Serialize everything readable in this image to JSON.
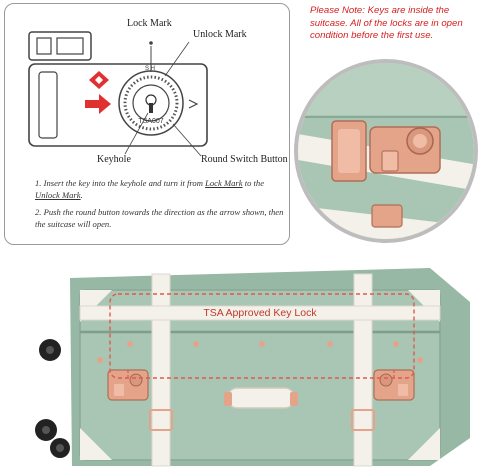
{
  "diagram": {
    "callouts": {
      "lock_mark": "Lock Mark",
      "unlock_mark": "Unlock Mark",
      "keyhole": "Keyhole",
      "round_switch_button": "Round Switch Button"
    },
    "dial_text": "TSA007",
    "instructions": {
      "step1_prefix": "1. Insert the key into the keyhole and turn it from",
      "step1_from": "Lock Mark",
      "step1_middle": " to the ",
      "step1_to": "Unlock Mark",
      "step1_end": ".",
      "step2": "2. Push the round button towards the direction as the arrow shown, then the suitcase will open."
    }
  },
  "note": {
    "text": "Please Note: Keys are inside the suitcase. All of the locks are in open condition before the first use."
  },
  "suitcase": {
    "label": "TSA Approved Key Lock"
  },
  "colors": {
    "note_red": "#d62020",
    "arrow_red": "#e03030",
    "label_red": "#c0392b",
    "suitcase_green": "#a9c5b4",
    "strap_white": "#f3f1ea",
    "rose_gold": "#e3a48a"
  }
}
